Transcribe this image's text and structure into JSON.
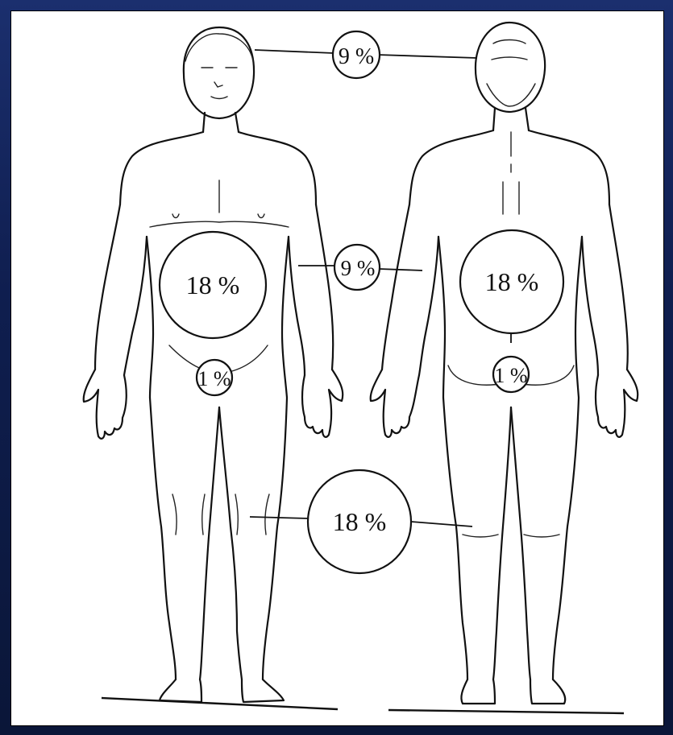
{
  "labels": {
    "head": "9 %",
    "arm": "9 %",
    "trunk_front": "18 %",
    "trunk_back": "18 %",
    "perineum": "1 %",
    "perineum_back": "1 %",
    "leg": "18 %"
  },
  "colors": {
    "frame": "#1b2f6e",
    "panel": "#ffffff",
    "ink": "#111111"
  }
}
